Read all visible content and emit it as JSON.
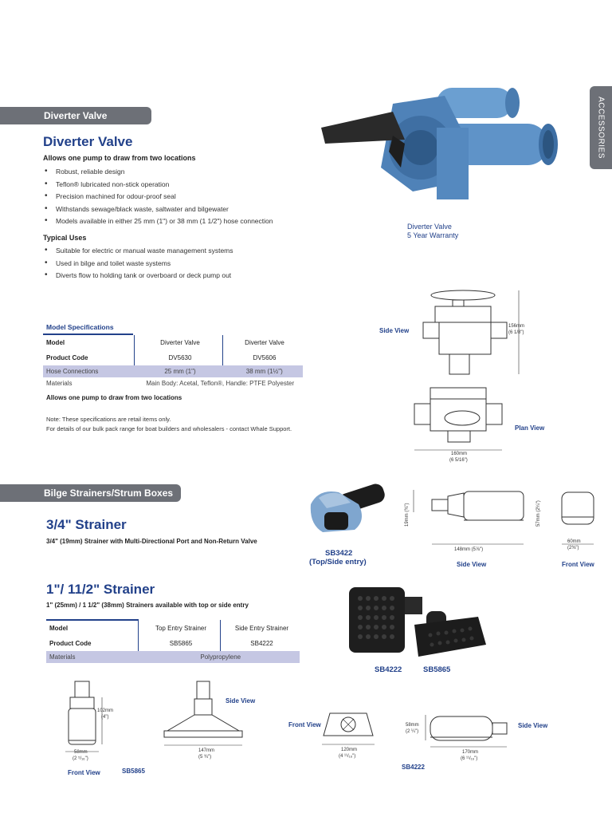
{
  "side_tab": "ACCESSORIES",
  "diverter": {
    "section_bar": "Diverter Valve",
    "title": "Diverter Valve",
    "subtitle": "Allows one pump to draw from two locations",
    "features": [
      "Robust, reliable design",
      "Teflon® lubricated non-stick operation",
      "Precision machined for odour-proof seal",
      "Withstands sewage/black waste, saltwater and bilgewater",
      "Models available in either 25 mm (1\") or 38 mm (1 1/2\") hose connection"
    ],
    "uses_title": "Typical Uses",
    "uses": [
      "Suitable for electric or manual waste management systems",
      "Used in bilge and toilet waste systems",
      "Diverts flow to holding tank or overboard or deck pump out"
    ],
    "photo_caption": "Diverter Valve",
    "photo_warranty": "5 Year Warranty",
    "spec_title": "Model Specifications",
    "spec": {
      "model_label": "Model",
      "model_a": "Diverter Valve",
      "model_b": "Diverter Valve",
      "code_label": "Product Code",
      "code_a": "DV5630",
      "code_b": "DV5606",
      "hose_label": "Hose Connections",
      "hose_a": "25 mm (1\")",
      "hose_b": "38 mm (1½\")",
      "materials_label": "Materials",
      "materials_value": "Main Body: Acetal, Teflon®, Handle: PTFE Polyester"
    },
    "spec_note": "Allows one pump to draw from two locations",
    "note_1": "Note: These specifications are retail items only.",
    "note_2": "For details of our bulk pack range for boat builders and wholesalers - contact Whale Support.",
    "side_view": "Side View",
    "plan_view": "Plan View",
    "dim_height": "156mm",
    "dim_height_in": "(6 1/8\")",
    "dim_width": "160mm",
    "dim_width_in": "(6 5/16\")"
  },
  "strainers": {
    "section_bar": "Bilge Strainers/Strum Boxes",
    "small_title": "3/4\" Strainer",
    "small_sub": "3/4\" (19mm) Strainer with Multi-Directional Port and Non-Return Valve",
    "small_code": "SB3422",
    "small_entry": "(Top/Side entry)",
    "small_side_view": "Side View",
    "small_front_view": "Front View",
    "small_dim_h": "19mm (¾\")",
    "small_dim_len": "148mm (5⅞\")",
    "small_dim_h2": "57mm (2¼\")",
    "small_dim_w": "60mm",
    "small_dim_w_in": "(2⅜\")",
    "large_title": "1\"/ 11/2\" Strainer",
    "large_sub": "1\" (25mm) / 1 1/2\" (38mm) Strainers available with top or side entry",
    "spec": {
      "model_label": "Model",
      "model_a": "Top Entry Strainer",
      "model_b": "Side Entry Strainer",
      "code_label": "Product Code",
      "code_a": "SB5865",
      "code_b": "SB4222",
      "materials_label": "Materials",
      "materials_value": "Polypropylene"
    },
    "photo_code_a": "SB4222",
    "photo_code_b": "SB5865",
    "d1_front_view": "Front View",
    "d1_code": "SB5865",
    "d1_h": "102mm",
    "d1_h_in": "(4\")",
    "d1_w": "58mm",
    "d1_w_in": "(2 ⁵/₁₆\")",
    "d2_side_view": "Side View",
    "d2_w": "147mm",
    "d2_w_in": "(5 ¾\")",
    "d3_front_view": "Front View",
    "d3_w": "120mm",
    "d3_w_in": "(4 ¹¹/₁₆\")",
    "d3_code": "SB4222",
    "d4_side_view": "Side View",
    "d4_h": "58mm",
    "d4_h_in": "(2 ¼\")",
    "d4_w": "170mm",
    "d4_w_in": "(6 ¹¹/₁₆\")"
  }
}
